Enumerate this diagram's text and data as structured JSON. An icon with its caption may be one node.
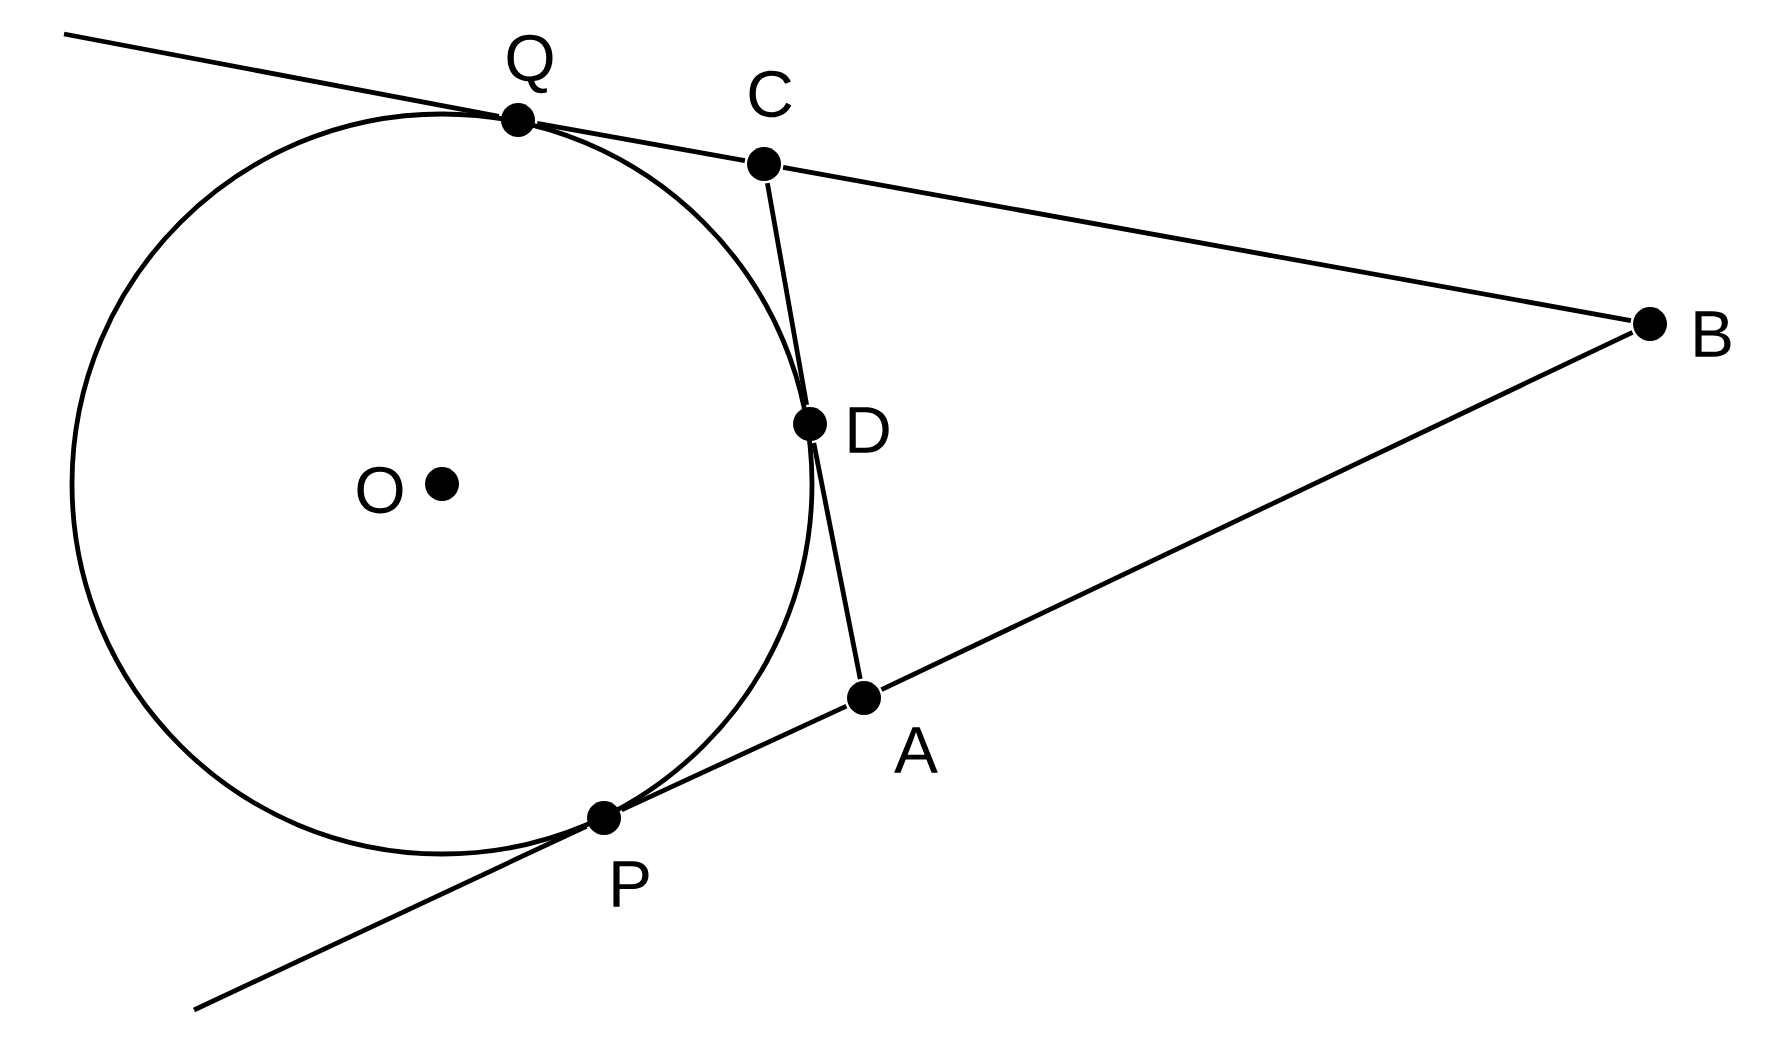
{
  "diagram": {
    "nodes": [
      {
        "text": [
          "Q"
        ]
      },
      {
        "text": [
          "C"
        ]
      },
      {
        "text": [
          "B"
        ]
      },
      {
        "text": [
          "D"
        ]
      },
      {
        "text": [
          "O"
        ]
      },
      {
        "text": [
          "A"
        ]
      },
      {
        "text": [
          "P"
        ]
      }
    ],
    "edges": [
      {
        "from": null,
        "to": 0,
        "arrow": "none"
      },
      {
        "from": 0,
        "to": 1,
        "arrow": "none"
      },
      {
        "from": 1,
        "to": 2,
        "arrow": "none"
      },
      {
        "from": 2,
        "to": 5,
        "arrow": "none"
      },
      {
        "from": 5,
        "to": 6,
        "arrow": "none"
      },
      {
        "from": 6,
        "to": null,
        "arrow": "none"
      },
      {
        "from": 1,
        "to": 3,
        "arrow": "none"
      },
      {
        "from": 3,
        "to": 5,
        "arrow": "none"
      }
    ]
  }
}
